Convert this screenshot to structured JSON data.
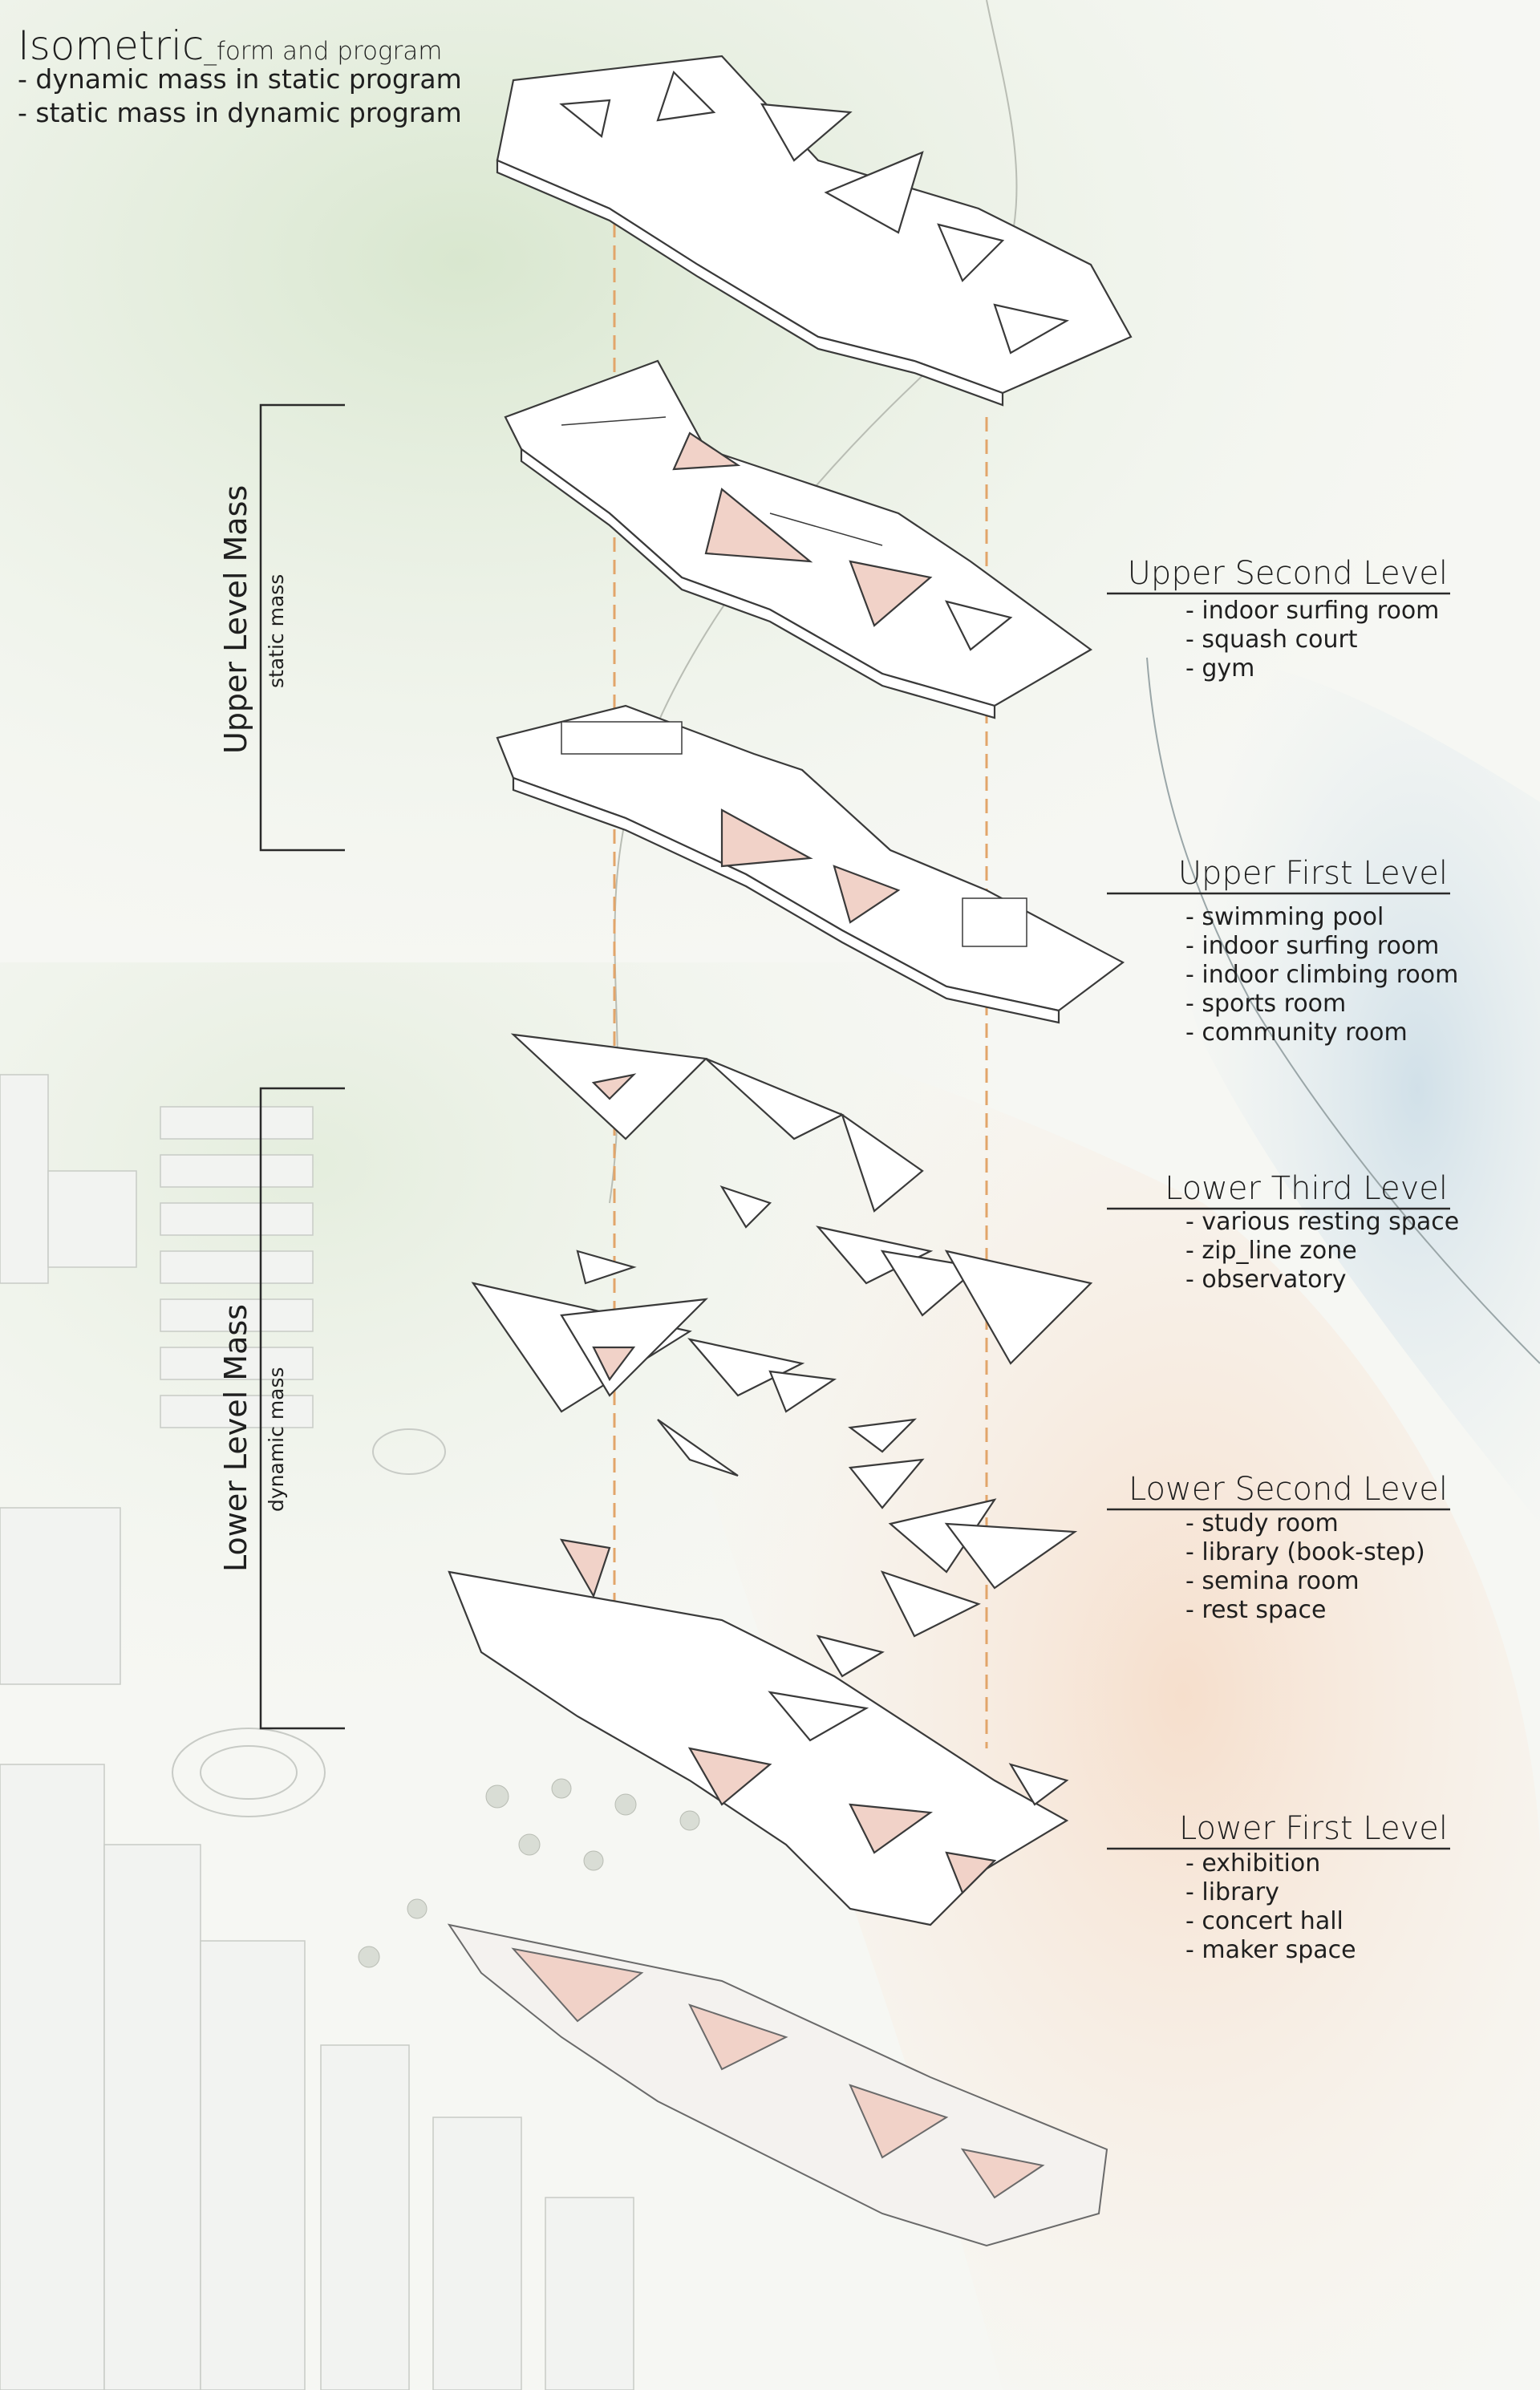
{
  "header": {
    "title": "Isometric",
    "subtitle": "_form and program",
    "notes": [
      "- dynamic mass in static program",
      "- static mass in dynamic program"
    ]
  },
  "masses": {
    "upper": {
      "title": "Upper Level Mass",
      "subtitle": "static mass"
    },
    "lower": {
      "title": "Lower Level Mass",
      "subtitle": "dynamic mass"
    }
  },
  "levels": [
    {
      "title": "Upper Second Level",
      "items": [
        "- indoor surfing room",
        "- squash court",
        "- gym"
      ]
    },
    {
      "title": "Upper First Level",
      "items": [
        "- swimming pool",
        "- indoor surfing room",
        "- indoor climbing room",
        "- sports room",
        "- community room"
      ]
    },
    {
      "title": "Lower Third Level",
      "items": [
        "- various resting space",
        "- zip_line zone",
        "- observatory"
      ]
    },
    {
      "title": "Lower Second Level",
      "items": [
        "- study room",
        "- library (book-step)",
        "- semina room",
        "- rest space"
      ]
    },
    {
      "title": "Lower First Level",
      "items": [
        "- exhibition",
        "- library",
        "- concert hall",
        "- maker space"
      ]
    }
  ],
  "colors": {
    "guide": "#e2a56a",
    "line": "#3a3a3a",
    "pink": "#f1d2c8",
    "green": "#dce8d3",
    "blue": "#d5e2ea",
    "peach": "#f7e4d4"
  }
}
